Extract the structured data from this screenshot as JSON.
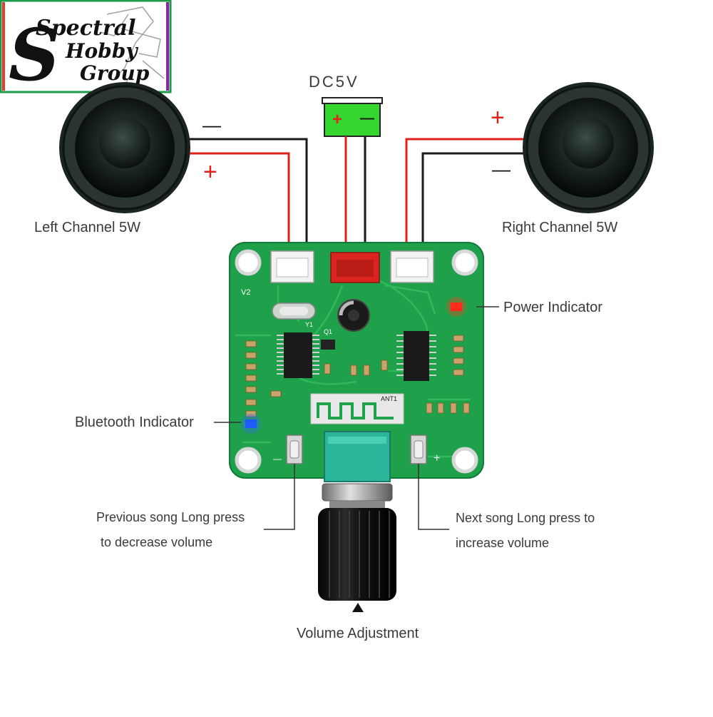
{
  "logo": {
    "line1": "Spectral",
    "line2": "Hobby",
    "line3": "Group"
  },
  "power": {
    "label": "DC5V",
    "plus": "+",
    "minus": "—"
  },
  "left_speaker": {
    "label": "Left Channel 5W",
    "minus_sign": "—",
    "plus_sign": "+"
  },
  "right_speaker": {
    "label": "Right Channel 5W",
    "plus_sign": "+",
    "minus_sign": "—"
  },
  "indicators": {
    "power": "Power Indicator",
    "bluetooth": "Bluetooth Indicator"
  },
  "buttons": {
    "prev_line1": "Previous song Long press",
    "prev_line2": "to decrease volume",
    "next_line1": "Next song Long press to",
    "next_line2": "increase volume"
  },
  "volume": {
    "label": "Volume Adjustment"
  },
  "board": {
    "version": "V2",
    "antenna": "ANT1",
    "crystal": "Y1",
    "q1": "Q1",
    "minus_mark": "—",
    "plus_mark": "+"
  },
  "colors": {
    "pcb": "#1fa04a",
    "pcb_dark": "#0f7a35",
    "wire_red": "#e0201a",
    "wire_black": "#1a1a1a",
    "connector_red": "#d9251d",
    "power_green": "#35d62f",
    "led_red": "#ff2a1a",
    "led_blue": "#1e5bff"
  }
}
